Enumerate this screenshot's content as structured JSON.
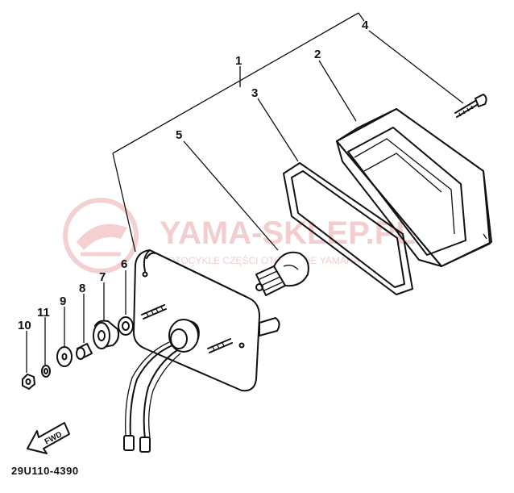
{
  "diagram": {
    "part_numbers": [
      "1",
      "2",
      "3",
      "4",
      "5",
      "6",
      "7",
      "8",
      "9",
      "10",
      "11"
    ],
    "drawing_code": "29U110-4390",
    "direction_label": "FWD"
  },
  "watermark": {
    "line1": "YAMA-SKLEP.PL",
    "line2": "MOTOCYKLE CZĘŚCI OTOCZENIE YAMAHA"
  },
  "colors": {
    "ink": "#111111",
    "background": "#ffffff",
    "watermark": "#e8a7a7"
  }
}
